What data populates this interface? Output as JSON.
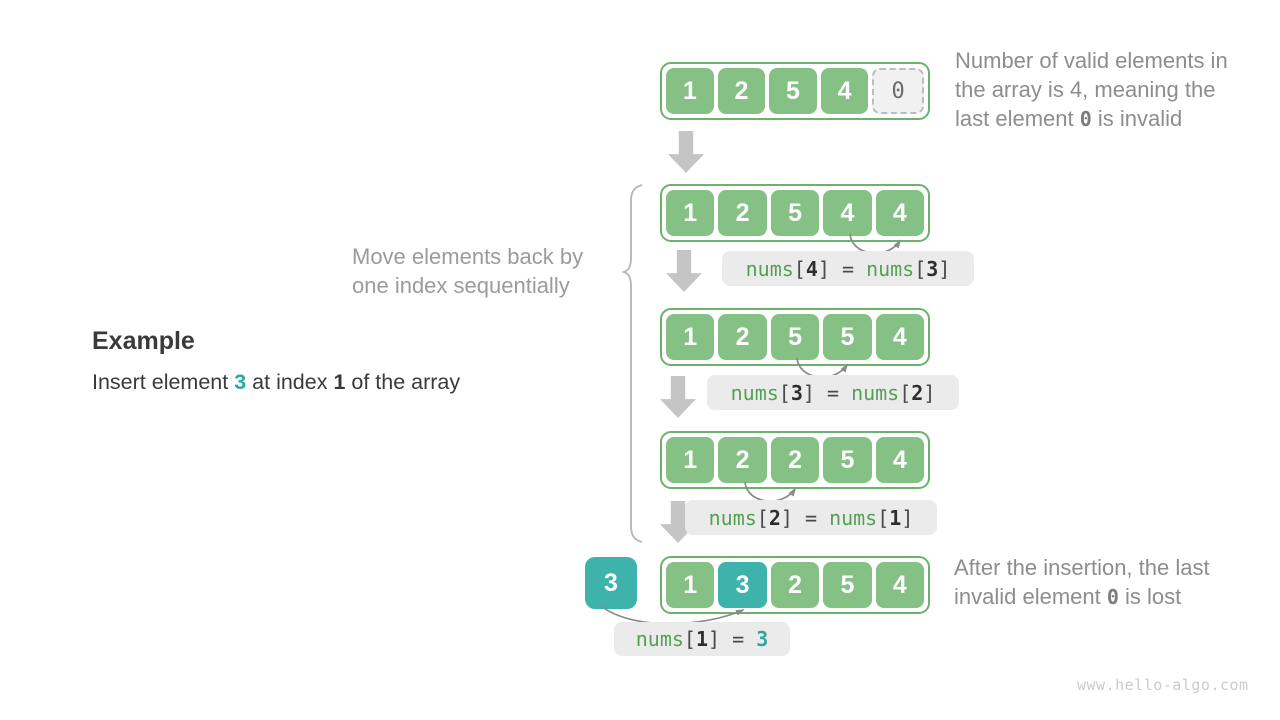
{
  "example": {
    "heading": "Example",
    "text_before": "Insert element ",
    "insert_value": "3",
    "text_mid": " at index ",
    "insert_index": "1",
    "text_after": " of the array"
  },
  "notes": {
    "move": {
      "line1": "Move elements back by",
      "line2": "one index sequentially"
    },
    "top": {
      "line1": "Number of valid elements in",
      "line2": "the array is 4, meaning the",
      "line3_before": "last element ",
      "line3_code": "0",
      "line3_after": " is invalid"
    },
    "bottom": {
      "line1": "After the insertion, the last",
      "line2_before": "invalid element ",
      "line2_code": "0",
      "line2_after": " is lost"
    }
  },
  "arrays": {
    "row1": {
      "cells": [
        "1",
        "2",
        "5",
        "4",
        "0"
      ]
    },
    "row2": {
      "cells": [
        "1",
        "2",
        "5",
        "4",
        "4"
      ]
    },
    "row3": {
      "cells": [
        "1",
        "2",
        "5",
        "5",
        "4"
      ]
    },
    "row4": {
      "cells": [
        "1",
        "2",
        "2",
        "5",
        "4"
      ]
    },
    "row5": {
      "cells": [
        "1",
        "3",
        "2",
        "5",
        "4"
      ]
    },
    "inserted_value": "3"
  },
  "tokens": {
    "open": "[",
    "close": "]",
    "eq": " = "
  },
  "code_labels": {
    "step1": {
      "fn": "nums",
      "lhs": "4",
      "rhs_fn": "nums",
      "rhs": "3"
    },
    "step2": {
      "fn": "nums",
      "lhs": "3",
      "rhs_fn": "nums",
      "rhs": "2"
    },
    "step3": {
      "fn": "nums",
      "lhs": "2",
      "rhs_fn": "nums",
      "rhs": "1"
    },
    "insert": {
      "fn": "nums",
      "lhs": "1",
      "value": "3"
    }
  },
  "watermark": "www.hello-algo.com",
  "colors": {
    "cell_green": "#85c185",
    "array_border_green": "#6cb26c",
    "teal_accent": "#3eb3ac",
    "code_green": "#55a055",
    "label_bg": "#ebebeb",
    "invalid_bg": "#f1f1f1",
    "arrow_gray": "#c5c5c5",
    "note_gray": "#8d8d8d"
  }
}
